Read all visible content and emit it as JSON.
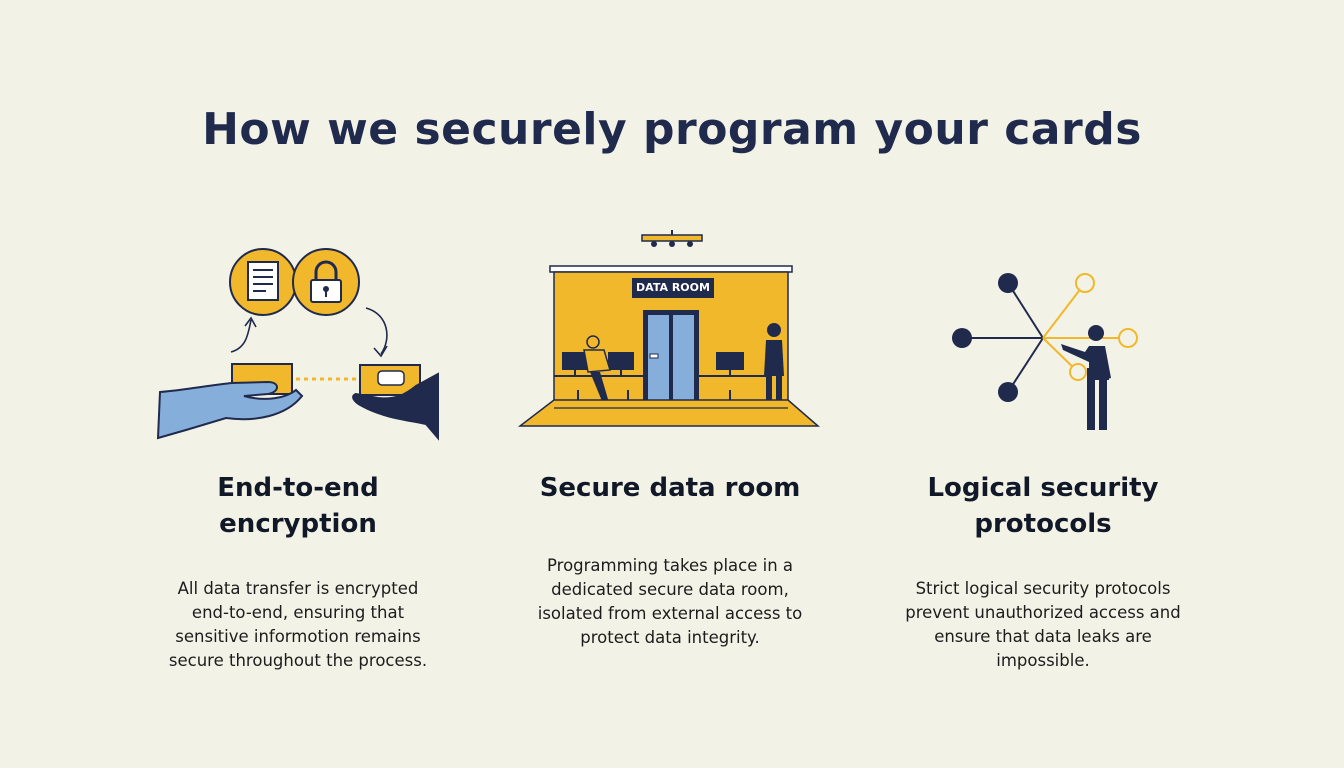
{
  "title": "How we securely program your cards",
  "colors": {
    "background": "#f3f2e7",
    "navy": "#1f2a4d",
    "gold": "#f2b82b",
    "blue": "#86aedb"
  },
  "features": [
    {
      "icon": "encrypted-card-handoff-icon",
      "heading_lines": [
        "End-to-end",
        "encryption"
      ],
      "description_lines": [
        "All data transfer is encrypted",
        "end-to-end, ensuring that",
        "sensitive informotion remains",
        "secure throughout the process."
      ]
    },
    {
      "icon": "data-room-icon",
      "sign": "DATA ROOM",
      "heading_lines": [
        "Secure data room"
      ],
      "description_lines": [
        "Programming takes place in a",
        "dedicated secure data room,",
        "isolated from external access to",
        "protect data integrity."
      ]
    },
    {
      "icon": "network-security-icon",
      "heading_lines": [
        "Logical security",
        "protocols"
      ],
      "description_lines": [
        "Strict logical security protocols",
        "prevent unauthorized access and",
        "ensure that data leaks are",
        "impossible."
      ]
    }
  ]
}
